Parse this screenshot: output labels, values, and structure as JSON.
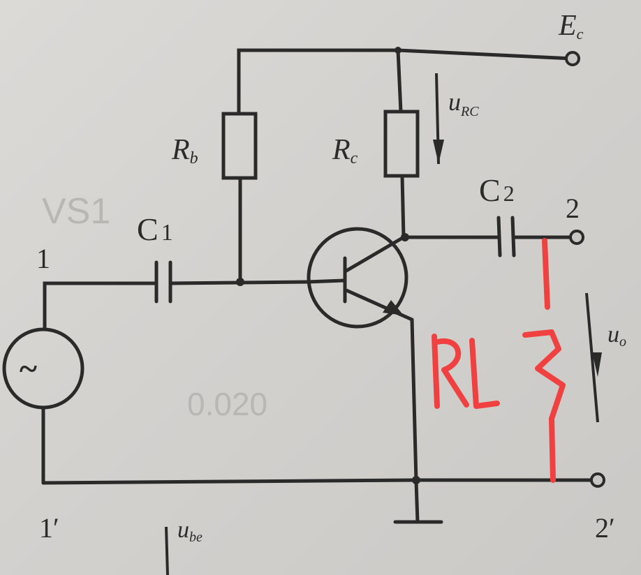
{
  "labels": {
    "supply": "E",
    "supply_sub": "c",
    "rb": "R",
    "rb_sub": "b",
    "rc": "R",
    "rc_sub": "c",
    "c1": "C",
    "c1_sub": "1",
    "c2": "C",
    "c2_sub": "2",
    "node1": "1",
    "node1p": "1′",
    "node2": "2",
    "node2p": "2′",
    "urc": "u",
    "urc_sub": "RC",
    "ube": "u",
    "ube_sub": "be",
    "uo": "u",
    "uo_sub": "o",
    "source_symbol": "~"
  },
  "annotation": {
    "text": "RL",
    "color": "#f04040"
  },
  "colors": {
    "ink": "#2a2a2a",
    "paper": "#d6d4d1"
  }
}
